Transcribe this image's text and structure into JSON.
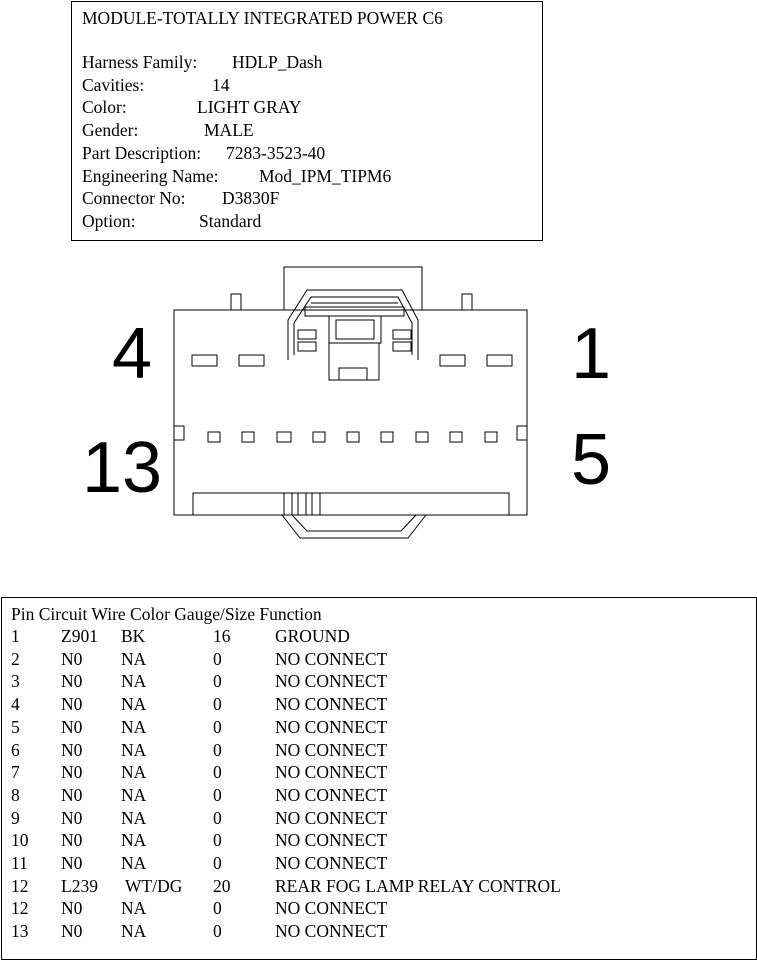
{
  "connector": {
    "title": "MODULE-TOTALLY INTEGRATED POWER C6",
    "fields": [
      {
        "label": "Harness Family:",
        "value": "HDLP_Dash"
      },
      {
        "label": "Cavities:",
        "value": "14"
      },
      {
        "label": "Color:",
        "value": "LIGHT GRAY"
      },
      {
        "label": "Gender:",
        "value": "MALE"
      },
      {
        "label": "Part Description:",
        "value": "7283-3523-40"
      },
      {
        "label": "Engineering Name:",
        "value": "Mod_IPM_TIPM6"
      },
      {
        "label": "Connector No:",
        "value": "D3830F"
      },
      {
        "label": "Option:",
        "value": "Standard"
      }
    ]
  },
  "pin_labels": {
    "top_left": "4",
    "top_right": "1",
    "bottom_left": "13",
    "bottom_right": "5"
  },
  "pin_table": {
    "headers": [
      "Pin",
      "Circuit",
      "Wire Color",
      "Gauge/Size",
      "Function"
    ],
    "rows": [
      {
        "pin": "1",
        "circuit": "Z901",
        "wire_color": "BK",
        "gauge": "16",
        "function": "GROUND"
      },
      {
        "pin": "2",
        "circuit": "N0",
        "wire_color": "NA",
        "gauge": "0",
        "function": "NO CONNECT"
      },
      {
        "pin": "3",
        "circuit": "N0",
        "wire_color": "NA",
        "gauge": "0",
        "function": "NO CONNECT"
      },
      {
        "pin": "4",
        "circuit": "N0",
        "wire_color": "NA",
        "gauge": "0",
        "function": "NO CONNECT"
      },
      {
        "pin": "5",
        "circuit": "N0",
        "wire_color": "NA",
        "gauge": "0",
        "function": "NO CONNECT"
      },
      {
        "pin": "6",
        "circuit": "N0",
        "wire_color": "NA",
        "gauge": "0",
        "function": "NO CONNECT"
      },
      {
        "pin": "7",
        "circuit": "N0",
        "wire_color": "NA",
        "gauge": "0",
        "function": "NO CONNECT"
      },
      {
        "pin": "8",
        "circuit": "N0",
        "wire_color": "NA",
        "gauge": "0",
        "function": "NO CONNECT"
      },
      {
        "pin": "9",
        "circuit": "N0",
        "wire_color": "NA",
        "gauge": "0",
        "function": "NO CONNECT"
      },
      {
        "pin": "10",
        "circuit": "N0",
        "wire_color": "NA",
        "gauge": "0",
        "function": "NO CONNECT"
      },
      {
        "pin": "11",
        "circuit": "N0",
        "wire_color": "NA",
        "gauge": "0",
        "function": "NO CONNECT"
      },
      {
        "pin": "12",
        "circuit": "L239",
        "wire_color": "WT/DG",
        "gauge": "20",
        "function": "REAR FOG LAMP RELAY CONTROL"
      },
      {
        "pin": "12",
        "circuit": "N0",
        "wire_color": "NA",
        "gauge": "0",
        "function": "NO CONNECT"
      },
      {
        "pin": "13",
        "circuit": "N0",
        "wire_color": "NA",
        "gauge": "0",
        "function": "NO CONNECT"
      }
    ]
  }
}
